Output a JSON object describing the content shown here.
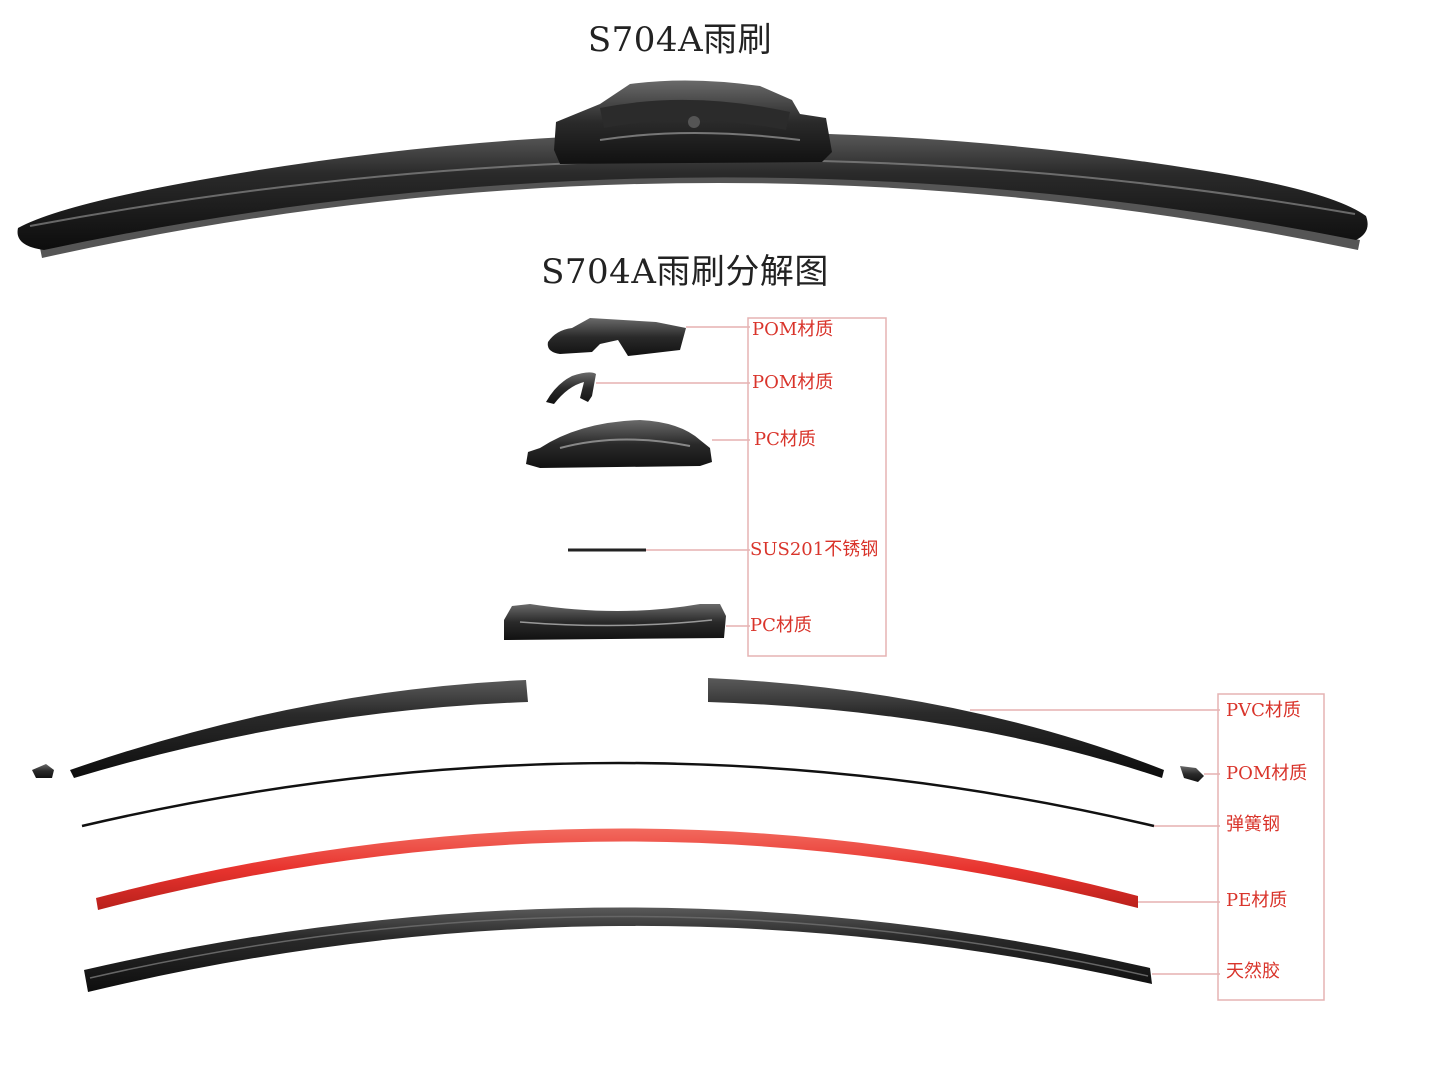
{
  "title": "S704A雨刷",
  "subtitle": "S704A雨刷分解图",
  "connector_parts": {
    "labels": [
      "POM材质",
      "POM材质",
      "PC材质",
      "SUS201不锈钢",
      "PC材质"
    ]
  },
  "blade_parts": {
    "labels": [
      "PVC材质",
      "POM材质",
      "弹簧钢",
      "PE材质",
      "天然胶"
    ]
  },
  "colors": {
    "label_text": "#d9342b",
    "leader_line": "#d98a8a",
    "part_body": "#1a1a1a",
    "pe_strip": "#e8332e",
    "frame": "#e5b3b3"
  }
}
